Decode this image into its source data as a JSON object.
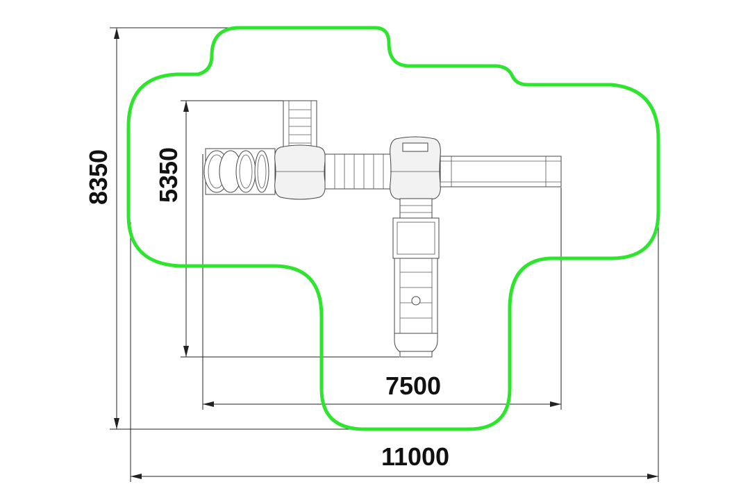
{
  "diagram": {
    "colors": {
      "safety_zone": "#2ee52e",
      "lines": "#222222",
      "equipment": "#444444"
    },
    "dimensions": {
      "total_width": "11000",
      "total_height": "8350",
      "equipment_width": "7500",
      "equipment_height": "5350"
    }
  }
}
